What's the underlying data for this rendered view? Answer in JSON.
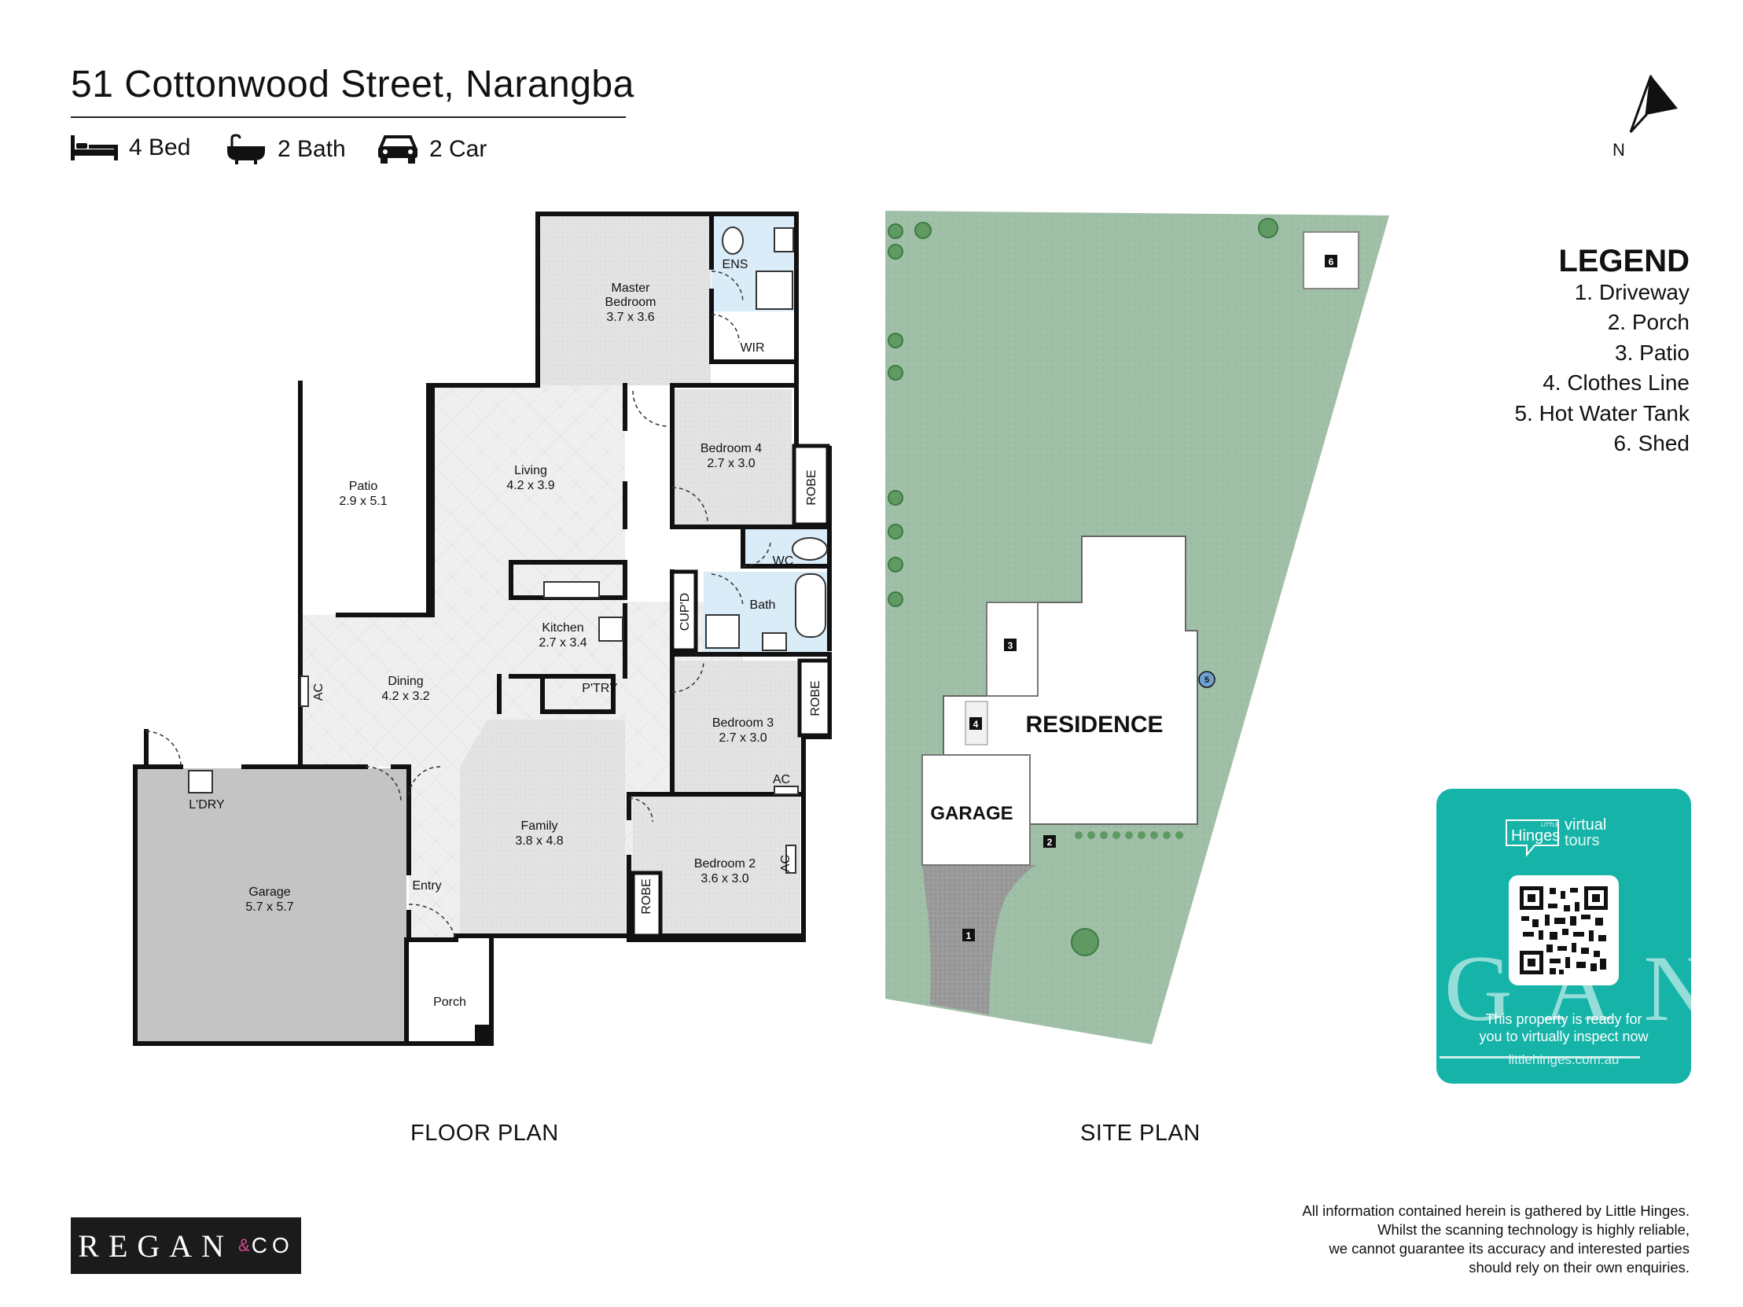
{
  "header": {
    "title": "51 Cottonwood Street, Narangba",
    "features": [
      {
        "icon": "bed-icon",
        "label": "4 Bed"
      },
      {
        "icon": "bath-icon",
        "label": "2 Bath"
      },
      {
        "icon": "car-icon",
        "label": "2 Car"
      }
    ]
  },
  "compass": {
    "label": "N"
  },
  "legend": {
    "title": "LEGEND",
    "items": [
      "1. Driveway",
      "2. Porch",
      "3. Patio",
      "4. Clothes Line",
      "5. Hot Water Tank",
      "6. Shed"
    ]
  },
  "floor_plan": {
    "caption": "FLOOR PLAN",
    "rooms": {
      "master": {
        "name1": "Master",
        "name2": "Bedroom",
        "dims": "3.7 x 3.6"
      },
      "ens": "ENS",
      "wir": "WIR",
      "bed4": {
        "name": "Bedroom 4",
        "dims": "2.7 x 3.0"
      },
      "robe": "ROBE",
      "patio": {
        "name": "Patio",
        "dims": "2.9 x 5.1"
      },
      "living": {
        "name": "Living",
        "dims": "4.2 x 3.9"
      },
      "wc": "WC",
      "bath": "Bath",
      "cupd": "CUP'D",
      "kitchen": {
        "name": "Kitchen",
        "dims": "2.7 x 3.4"
      },
      "ptry": "P'TRY",
      "dining": {
        "name": "Dining",
        "dims": "4.2 x 3.2"
      },
      "ac": "AC",
      "bed3": {
        "name": "Bedroom 3",
        "dims": "2.7 x 3.0"
      },
      "ldry": "L'DRY",
      "family": {
        "name": "Family",
        "dims": "3.8 x 4.8"
      },
      "bed2": {
        "name": "Bedroom 2",
        "dims": "3.6 x 3.0"
      },
      "garage": {
        "name": "Garage",
        "dims": "5.7 x 5.7"
      },
      "entry": "Entry",
      "porch": "Porch"
    }
  },
  "site_plan": {
    "caption": "SITE PLAN",
    "residence": "RESIDENCE",
    "garage": "GARAGE",
    "markers": [
      "1",
      "2",
      "3",
      "4",
      "5",
      "6"
    ]
  },
  "virtual_tour": {
    "brand_small": "LITTLE",
    "brand": "Hinges",
    "virtual": "virtual",
    "tours": "tours",
    "text1": "This property is ready for",
    "text2": "you to virtually inspect now",
    "url": "littlehinges.com.au",
    "overlay": "GAN"
  },
  "agency": {
    "name": "REGAN",
    "amp": "&",
    "suffix": "CO"
  },
  "disclaimer": [
    "All information contained herein is gathered by Little Hinges.",
    "Whilst the scanning technology is highly reliable,",
    "we cannot guarantee its accuracy and interested parties",
    "should rely on their own enquiries."
  ],
  "colors": {
    "wall": "#111111",
    "room_fill": "#ececec",
    "garage_fill": "#c4c4c4",
    "wet_area": "#d9ecf8",
    "site_grass": "#9fbfa6",
    "driveway": "#9a9a9a",
    "tree": "#5f9a63",
    "card": "#15b3a8"
  }
}
